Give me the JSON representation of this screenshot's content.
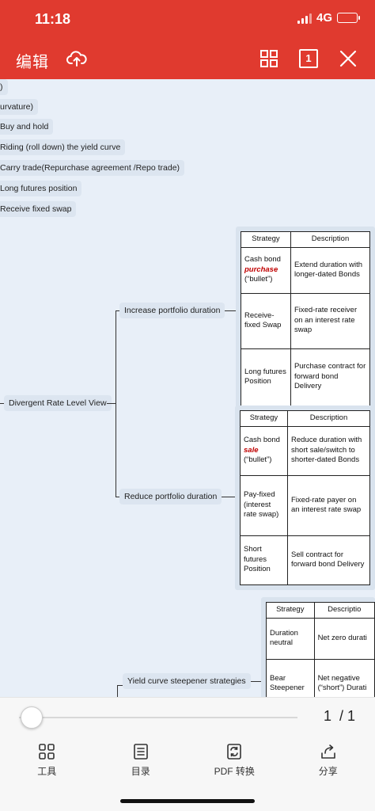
{
  "status": {
    "time": "11:18",
    "network": "4G"
  },
  "appbar": {
    "edit_label": "编辑",
    "page_icon_label": "1"
  },
  "mindmap": {
    "partial_nodes": [
      ")",
      "urvature)",
      "Buy and hold",
      "Riding (roll down) the yield curve",
      "Carry trade(Repurchase agreement /Repo trade)",
      "Long futures position",
      "Receive fixed swap"
    ],
    "divergent_node": "Divergent Rate Level View",
    "increase_node": "Increase portfolio duration",
    "reduce_node": "Reduce portfolio duration",
    "steepener_node": "Yield curve steepener strategies"
  },
  "table_increase": {
    "headers": [
      "Strategy",
      "Description"
    ],
    "rows": [
      {
        "strategy_pre": "Cash bond",
        "strategy_kw": "purchase",
        "strategy_post": "(“bullet”)",
        "description": "Extend duration with longer-dated Bonds"
      },
      {
        "strategy": "Receive-fixed Swap",
        "description": "Fixed-rate receiver on an interest rate swap"
      },
      {
        "strategy": "Long futures Position",
        "description": "Purchase contract for forward bond Delivery"
      }
    ]
  },
  "table_reduce": {
    "headers": [
      "Strategy",
      "Description"
    ],
    "rows": [
      {
        "strategy_pre": "Cash bond",
        "strategy_kw": "sale",
        "strategy_post": "(“bullet”)",
        "description": "Reduce duration with short sale/switch to shorter-dated Bonds"
      },
      {
        "strategy": "Pay-fixed (interest rate swap)",
        "description": "Fixed-rate payer on an interest rate swap"
      },
      {
        "strategy": "Short futures Position",
        "description": "Sell contract for forward bond Delivery"
      }
    ]
  },
  "table_steepener": {
    "headers": [
      "Strategy",
      "Descriptio"
    ],
    "rows": [
      {
        "strategy": "Duration neutral",
        "description": "Net zero durati"
      },
      {
        "strategy": "Bear Steepener",
        "description": "Net negative (“short”) Durati"
      }
    ]
  },
  "bottom": {
    "page_current": "1",
    "page_total": "/ 1",
    "progress": 0,
    "tools": [
      {
        "icon": "tools-icon",
        "label": "工具"
      },
      {
        "icon": "toc-icon",
        "label": "目录"
      },
      {
        "icon": "pdf-convert-icon",
        "label": "PDF 转换"
      },
      {
        "icon": "share-icon",
        "label": "分享"
      }
    ]
  },
  "colors": {
    "accent": "#e03a2f",
    "keyword": "#c00000"
  }
}
